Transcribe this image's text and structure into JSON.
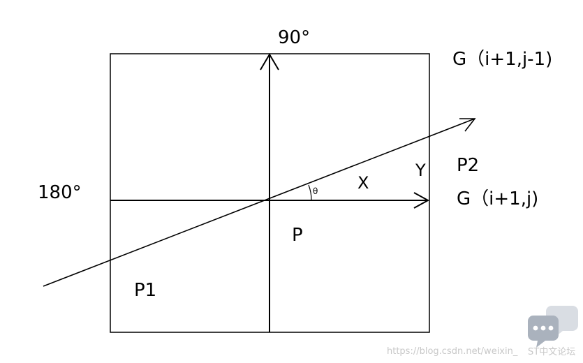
{
  "diagram": {
    "label_90": "90°",
    "label_180": "180°",
    "label_g_top": "G（i+1,j-1)",
    "label_g_right": "G（i+1,j)",
    "label_p": "P",
    "label_p1": "P1",
    "label_p2": "P2",
    "label_x": "X",
    "label_y": "Y",
    "label_theta": "θ"
  },
  "watermark": {
    "url_text": "https://blog.csdn.net/weixin_",
    "brand_text": "ST中文论坛",
    "icon": "chat-bubbles-icon"
  }
}
